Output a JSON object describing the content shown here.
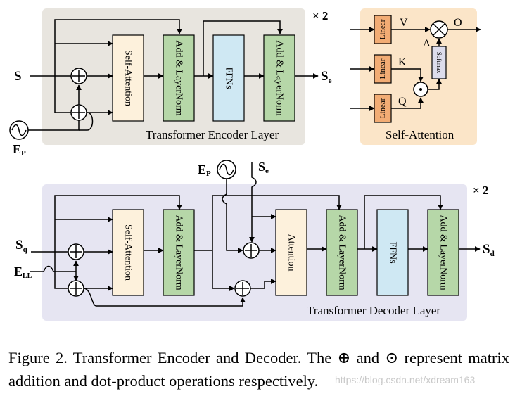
{
  "encoder": {
    "repeat": "× 2",
    "title": "Transformer Encoder Layer",
    "blocks": {
      "self_attention": "Self-Attention",
      "add_norm_1": "Add & LayerNorm",
      "ffn": "FFNs",
      "add_norm_2": "Add & LayerNorm"
    },
    "input": "S",
    "output": "S",
    "output_sub": "e",
    "pos": "E",
    "pos_sub": "P"
  },
  "attention": {
    "title": "Self-Attention",
    "linear": "Linear",
    "softmax": "Softmax",
    "v": "V",
    "k": "K",
    "q": "Q",
    "a": "A",
    "o": "O"
  },
  "decoder": {
    "repeat": "× 2",
    "title": "Transformer Decoder Layer",
    "blocks": {
      "self_attention": "Self-Attention",
      "add_norm_1": "Add & LayerNorm",
      "attention": "Attention",
      "add_norm_2": "Add & LayerNorm",
      "ffn": "FFNs",
      "add_norm_3": "Add & LayerNorm"
    },
    "input": "S",
    "input_sub": "q",
    "output": "S",
    "output_sub": "d",
    "pos_in": "E",
    "pos_in_sub": "LL",
    "pos_top": "E",
    "pos_top_sub": "P",
    "se_in": "S",
    "se_in_sub": "e"
  },
  "caption": "Figure 2. Transformer Encoder and Decoder. The ⊕ and ⊙ represent matrix addition and dot-product operations respectively.",
  "watermark": "https://blog.csdn.net/xdream163",
  "colors": {
    "encoder_bg": "#e8e5df",
    "attention_bg": "#fbe5c8",
    "decoder_bg": "#e6e5f2",
    "self_attention_fill": "#fdf1dc",
    "add_norm_fill": "#b6d7a8",
    "ffn_fill": "#cfe8f3",
    "linear_fill": "#f2ac74",
    "softmax_fill": "#dcdcec"
  }
}
